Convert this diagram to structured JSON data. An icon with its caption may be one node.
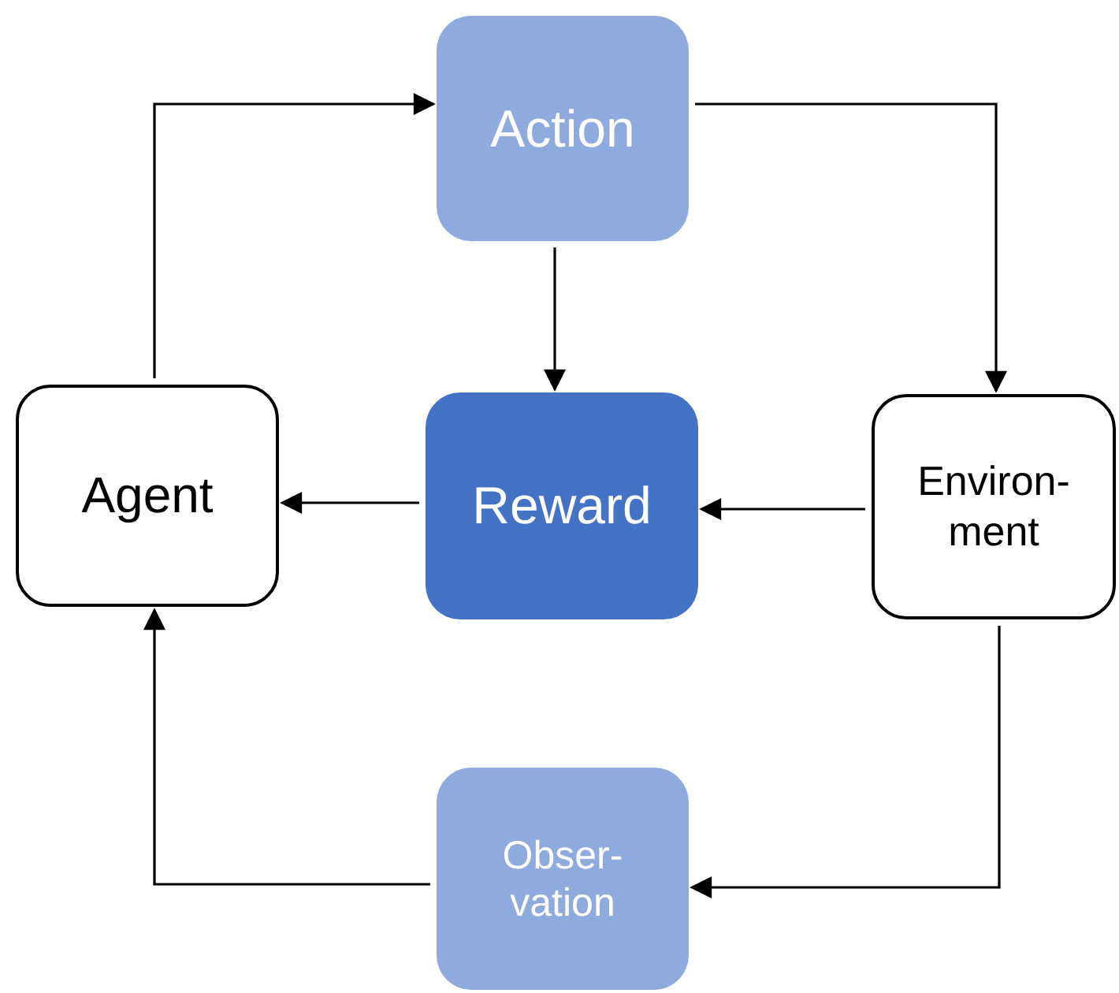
{
  "diagram": {
    "nodes": [
      {
        "text": [
          "Action"
        ]
      },
      {
        "text": [
          "Agent"
        ]
      },
      {
        "text": [
          "Reward"
        ]
      },
      {
        "text": [
          "Environ- ment"
        ]
      },
      {
        "text": [
          "Obser- vation"
        ]
      }
    ],
    "edges": [
      {
        "from": 1,
        "to": 0,
        "arrow": "to"
      },
      {
        "from": 0,
        "to": 3,
        "arrow": "to"
      },
      {
        "from": 0,
        "to": 2,
        "arrow": "to"
      },
      {
        "from": 3,
        "to": 2,
        "arrow": "to"
      },
      {
        "from": 2,
        "to": 1,
        "arrow": "to"
      },
      {
        "from": 3,
        "to": 4,
        "arrow": "to"
      },
      {
        "from": 4,
        "to": 1,
        "arrow": "to"
      }
    ]
  }
}
